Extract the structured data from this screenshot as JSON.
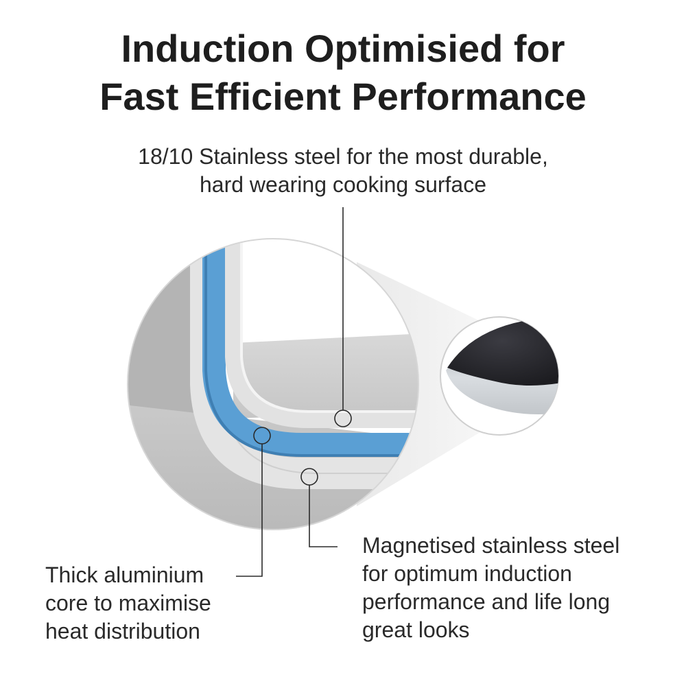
{
  "title": {
    "line1": "Induction Optimisied for",
    "line2": "Fast Efficient Performance"
  },
  "callouts": {
    "top": {
      "line1": "18/10 Stainless steel for the most durable,",
      "line2": "hard wearing cooking surface"
    },
    "left": {
      "line1": "Thick aluminium",
      "line2": "core to maximise",
      "line3": "heat distribution"
    },
    "right": {
      "line1": "Magnetised stainless steel",
      "line2": "for optimum induction",
      "line3": "performance and life long",
      "line4": "great looks"
    }
  },
  "colors": {
    "text": "#1e1e1e",
    "aluminium_core": "#5a9fd4",
    "steel": "#bcbcbc",
    "pan_interior": "#2c2c32"
  }
}
